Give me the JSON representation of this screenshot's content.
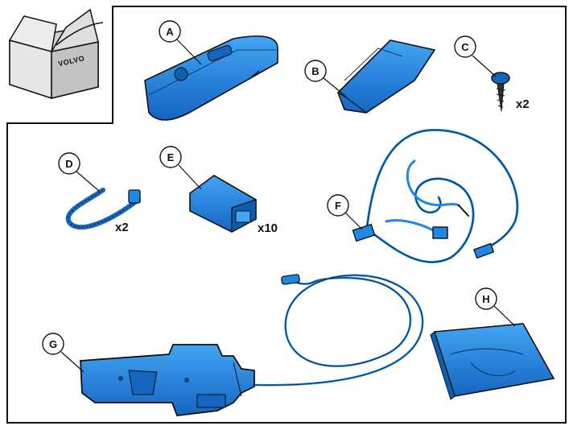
{
  "box": {
    "brand": "VOLVO"
  },
  "parts": [
    {
      "label": "A",
      "quantity": ""
    },
    {
      "label": "B",
      "quantity": ""
    },
    {
      "label": "C",
      "quantity": "x2"
    },
    {
      "label": "D",
      "quantity": "x2"
    },
    {
      "label": "E",
      "quantity": "x10"
    },
    {
      "label": "F",
      "quantity": ""
    },
    {
      "label": "G",
      "quantity": ""
    },
    {
      "label": "H",
      "quantity": ""
    }
  ],
  "colors": {
    "part_fill": "#1e88e5",
    "part_dark": "#0d5fae",
    "outline": "#111111",
    "callout_fill": "#ffffff",
    "box_fill": "#d9d9d9"
  }
}
